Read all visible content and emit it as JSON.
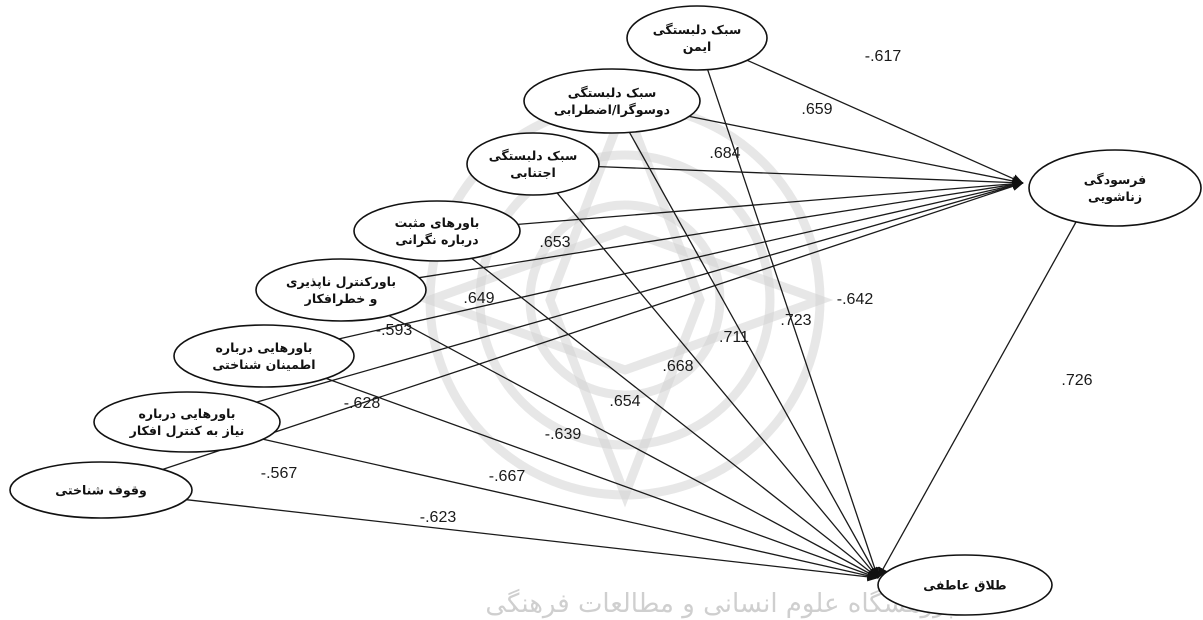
{
  "nodes": {
    "secure": {
      "lines": [
        "سبک دلبستگی",
        "ایمن"
      ]
    },
    "ambivalent": {
      "lines": [
        "سبک دلبستگی",
        "دوسوگرا/اضطرابی"
      ]
    },
    "avoidant": {
      "lines": [
        "سبک دلبستگی",
        "اجتنابی"
      ]
    },
    "positive": {
      "lines": [
        "باورهای مثبت",
        "درباره نگرانی"
      ]
    },
    "uncontrol": {
      "lines": [
        "باورکنترل ناپذیری",
        "و خطرافکار"
      ]
    },
    "confidence": {
      "lines": [
        "باورهایی درباره",
        "اطمینان شناختی"
      ]
    },
    "need": {
      "lines": [
        "باورهایی درباره",
        "نیاز به کنترل افکار"
      ]
    },
    "awareness": {
      "lines": [
        "وقوف شناختی"
      ]
    },
    "burnout": {
      "lines": [
        "فرسودگی",
        "زناشویی"
      ]
    },
    "divorce": {
      "lines": [
        "طلاق عاطفی"
      ]
    }
  },
  "edges": [
    {
      "from": "secure",
      "to": "burnout",
      "coef": "-.617"
    },
    {
      "from": "ambivalent",
      "to": "burnout",
      "coef": ".659"
    },
    {
      "from": "avoidant",
      "to": "burnout",
      "coef": ".684"
    },
    {
      "from": "positive",
      "to": "burnout",
      "coef": ".653"
    },
    {
      "from": "uncontrol",
      "to": "burnout",
      "coef": ".649"
    },
    {
      "from": "confidence",
      "to": "burnout",
      "coef": "-.593"
    },
    {
      "from": "need",
      "to": "burnout",
      "coef": "-.628"
    },
    {
      "from": "awareness",
      "to": "burnout",
      "coef": "-.567"
    },
    {
      "from": "secure",
      "to": "divorce",
      "coef": "-.642"
    },
    {
      "from": "ambivalent",
      "to": "divorce",
      "coef": ".723"
    },
    {
      "from": "avoidant",
      "to": "divorce",
      "coef": ".711"
    },
    {
      "from": "positive",
      "to": "divorce",
      "coef": ".668"
    },
    {
      "from": "uncontrol",
      "to": "divorce",
      "coef": ".654"
    },
    {
      "from": "confidence",
      "to": "divorce",
      "coef": "-.639"
    },
    {
      "from": "need",
      "to": "divorce",
      "coef": "-.667"
    },
    {
      "from": "awareness",
      "to": "divorce",
      "coef": "-.623"
    },
    {
      "from": "burnout",
      "to": "divorce",
      "coef": ".726"
    }
  ],
  "watermark": {
    "text": "پژوهشگاه علوم انسانی و مطالعات فرهنگی"
  }
}
